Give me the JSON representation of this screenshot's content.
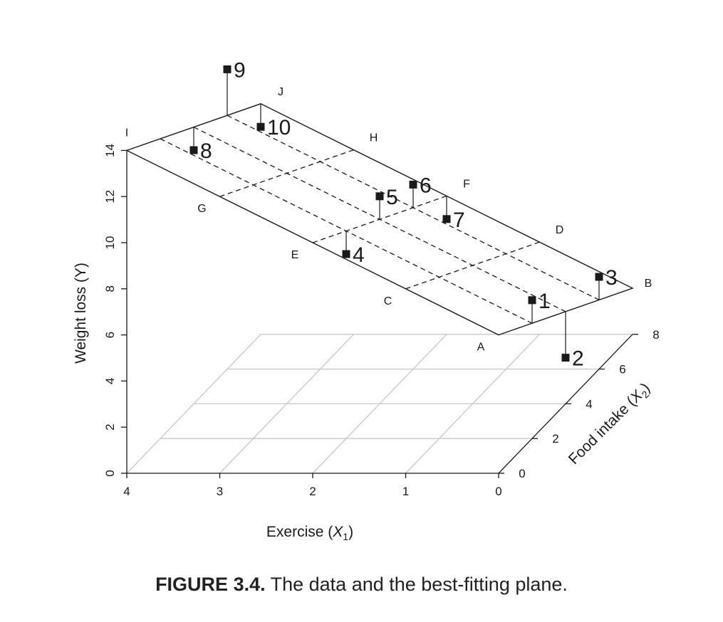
{
  "chart_data": {
    "type": "scatter",
    "subtype": "3d-scatter-with-regression-plane",
    "xlabel": "Exercise (X1)",
    "ylabel": "Food intake (X2)",
    "zlabel": "Weight loss (Y)",
    "x_ticks": [
      4,
      3,
      2,
      1,
      0
    ],
    "y_ticks": [
      0,
      2,
      4,
      6,
      8
    ],
    "z_ticks": [
      0,
      2,
      4,
      6,
      8,
      10,
      12,
      14
    ],
    "xlim": [
      0,
      4
    ],
    "ylim": [
      0,
      8
    ],
    "zlim": [
      0,
      14
    ],
    "points": [
      {
        "label": "1",
        "x1": 0,
        "x2": 2,
        "y": 6
      },
      {
        "label": "2",
        "x1": 0,
        "x2": 4,
        "y": 2
      },
      {
        "label": "3",
        "x1": 0,
        "x2": 6,
        "y": 4
      },
      {
        "label": "4",
        "x1": 2,
        "x2": 2,
        "y": 8
      },
      {
        "label": "5",
        "x1": 2,
        "x2": 4,
        "y": 9
      },
      {
        "label": "6",
        "x1": 2,
        "x2": 6,
        "y": 8
      },
      {
        "label": "7",
        "x1": 2,
        "x2": 8,
        "y": 5
      },
      {
        "label": "8",
        "x1": 4,
        "x2": 4,
        "y": 11
      },
      {
        "label": "9",
        "x1": 4,
        "x2": 6,
        "y": 13
      },
      {
        "label": "10",
        "x1": 4,
        "x2": 8,
        "y": 9
      }
    ],
    "plane": {
      "intercept": 6,
      "b1": 2,
      "b2": -0.5
    },
    "plane_corner_labels": [
      {
        "label": "A",
        "x1": 0,
        "x2": 0
      },
      {
        "label": "B",
        "x1": 0,
        "x2": 8
      },
      {
        "label": "C",
        "x1": 1,
        "x2": 0
      },
      {
        "label": "D",
        "x1": 1,
        "x2": 8
      },
      {
        "label": "E",
        "x1": 2,
        "x2": 0
      },
      {
        "label": "F",
        "x1": 2,
        "x2": 8
      },
      {
        "label": "G",
        "x1": 3,
        "x2": 0
      },
      {
        "label": "H",
        "x1": 3,
        "x2": 8
      },
      {
        "label": "I",
        "x1": 4,
        "x2": 0
      },
      {
        "label": "J",
        "x1": 4,
        "x2": 8
      }
    ]
  },
  "caption": {
    "number": "FIGURE 3.4.",
    "text": " The data and the best-fitting plane."
  },
  "colors": {
    "ink": "#1a1a1a",
    "grid": "#c8c8c8"
  }
}
